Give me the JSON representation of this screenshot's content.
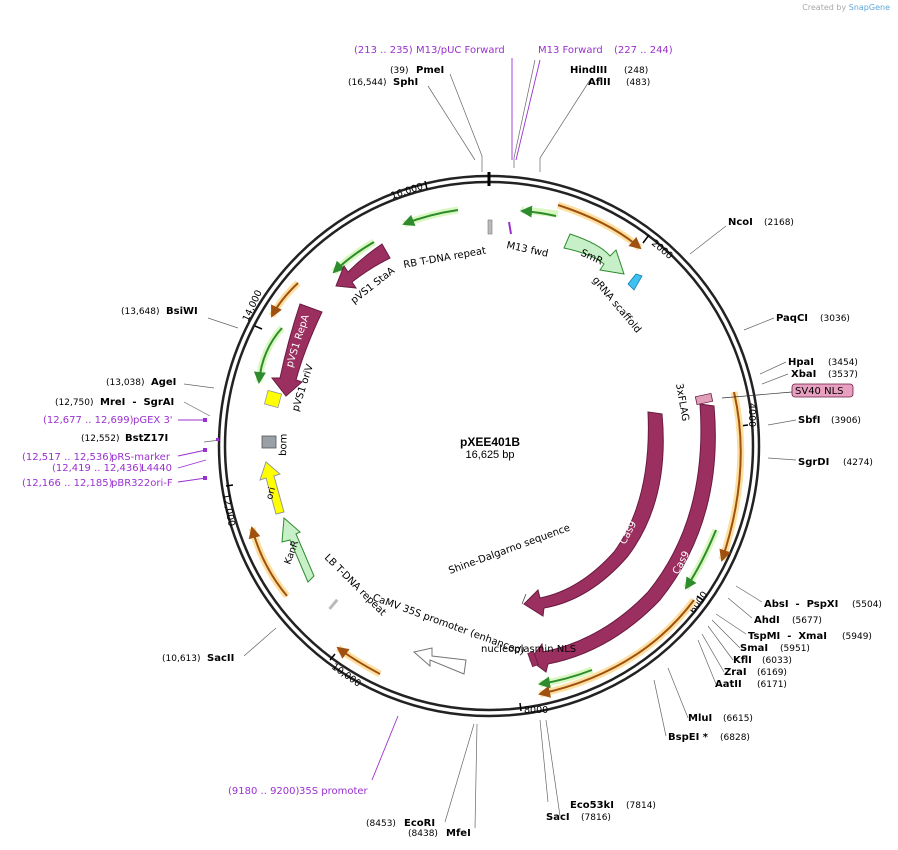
{
  "watermark": {
    "prefix": "Created by",
    "brand": "SnapGene"
  },
  "plasmid": {
    "name": "pXEE401B",
    "size": "16,625 bp"
  },
  "colors": {
    "cds": "#9b3060",
    "marker": "#c8f0c8",
    "ori": "#ffff00",
    "promoter_outline": "#ffffff",
    "primer": "#9b30d0",
    "tick_green": "#2e8b2e",
    "tick_orange": "#c87820",
    "nls": "#e8a0c0",
    "scaffold": "#40c0f0"
  },
  "ticks": [
    "2000",
    "4000",
    "6000",
    "8000",
    "10,000",
    "12,000",
    "14,000",
    "16,000"
  ],
  "enzymes": [
    {
      "name": "PmeI",
      "pos": "(39)"
    },
    {
      "name": "SphI",
      "pos": "(16,544)"
    },
    {
      "name": "HindIII",
      "pos": "(248)"
    },
    {
      "name": "AflII",
      "pos": "(483)"
    },
    {
      "name": "NcoI",
      "pos": "(2168)"
    },
    {
      "name": "PaqCI",
      "pos": "(3036)"
    },
    {
      "name": "HpaI",
      "pos": "(3454)"
    },
    {
      "name": "XbaI",
      "pos": "(3537)"
    },
    {
      "name": "SbfI",
      "pos": "(3906)"
    },
    {
      "name": "SgrDI",
      "pos": "(4274)"
    },
    {
      "name": "AbsI  -  PspXI",
      "pos": "(5504)"
    },
    {
      "name": "AhdI",
      "pos": "(5677)"
    },
    {
      "name": "TspMI  -  XmaI",
      "pos": "(5949)"
    },
    {
      "name": "SmaI",
      "pos": "(5951)"
    },
    {
      "name": "KflI",
      "pos": "(6033)"
    },
    {
      "name": "ZraI",
      "pos": "(6169)"
    },
    {
      "name": "AatII",
      "pos": "(6171)"
    },
    {
      "name": "MluI",
      "pos": "(6615)"
    },
    {
      "name": "BspEI *",
      "pos": "(6828)"
    },
    {
      "name": "Eco53kI",
      "pos": "(7814)"
    },
    {
      "name": "SacI",
      "pos": "(7816)"
    },
    {
      "name": "EcoRI",
      "pos": "(8453)"
    },
    {
      "name": "MfeI",
      "pos": "(8438)"
    },
    {
      "name": "SacII",
      "pos": "(10,613)"
    },
    {
      "name": "BstZ17I",
      "pos": "(12,552)"
    },
    {
      "name": "MreI  -  SgrAI",
      "pos": "(12,750)"
    },
    {
      "name": "AgeI",
      "pos": "(13,038)"
    },
    {
      "name": "BsiWI",
      "pos": "(13,648)"
    }
  ],
  "primers": [
    {
      "name": "M13/pUC Forward",
      "range": "(213 .. 235)"
    },
    {
      "name": "M13 Forward",
      "range": "(227 .. 244)"
    },
    {
      "name": "pGEX 3'",
      "range": "(12,677 .. 12,699)"
    },
    {
      "name": "pRS-marker",
      "range": "(12,517 .. 12,536)"
    },
    {
      "name": "L4440",
      "range": "(12,419 .. 12,436)"
    },
    {
      "name": "pBR322ori-F",
      "range": "(12,166 .. 12,185)"
    },
    {
      "name": "35S promoter",
      "range": "(9180 .. 9200)"
    }
  ],
  "features": {
    "m13_fwd": "M13 fwd",
    "smr": "SmR",
    "grna": "gRNA scaffold",
    "rb": "RB T-DNA repeat",
    "pvs1_staa": "pVS1 StaA",
    "pvs1_repa": "pVS1 RepA",
    "pvs1_oriv": "pVS1 oriV",
    "bom": "bom",
    "ori": "ori",
    "kanr": "KanR",
    "lb": "LB T-DNA repeat",
    "camv": "CaMV 35S promoter (enhanced)",
    "shine": "Shine-Dalgarno sequence",
    "nucleoplasmin": "nucleoplasmin NLS",
    "cas9_a": "Cas9",
    "cas9_b": "Cas9",
    "flag": "3xFLAG",
    "sv40": "SV40 NLS"
  }
}
